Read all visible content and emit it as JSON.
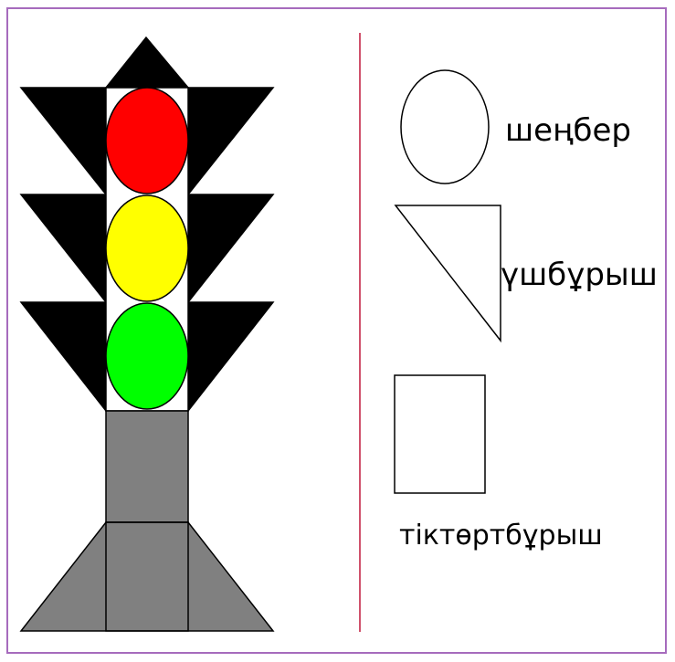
{
  "colors": {
    "frame": "#a66bbd",
    "divider": "#c0193c",
    "black": "#000000",
    "white": "#ffffff",
    "pole_gray": "#808080",
    "light_red": "#ff0000",
    "light_yellow": "#ffff00",
    "light_green": "#00ff00"
  },
  "shapes": {
    "circle_label": "шеңбер",
    "triangle_label": "үшбұрыш",
    "rectangle_label": "тіктөртбұрыш"
  }
}
